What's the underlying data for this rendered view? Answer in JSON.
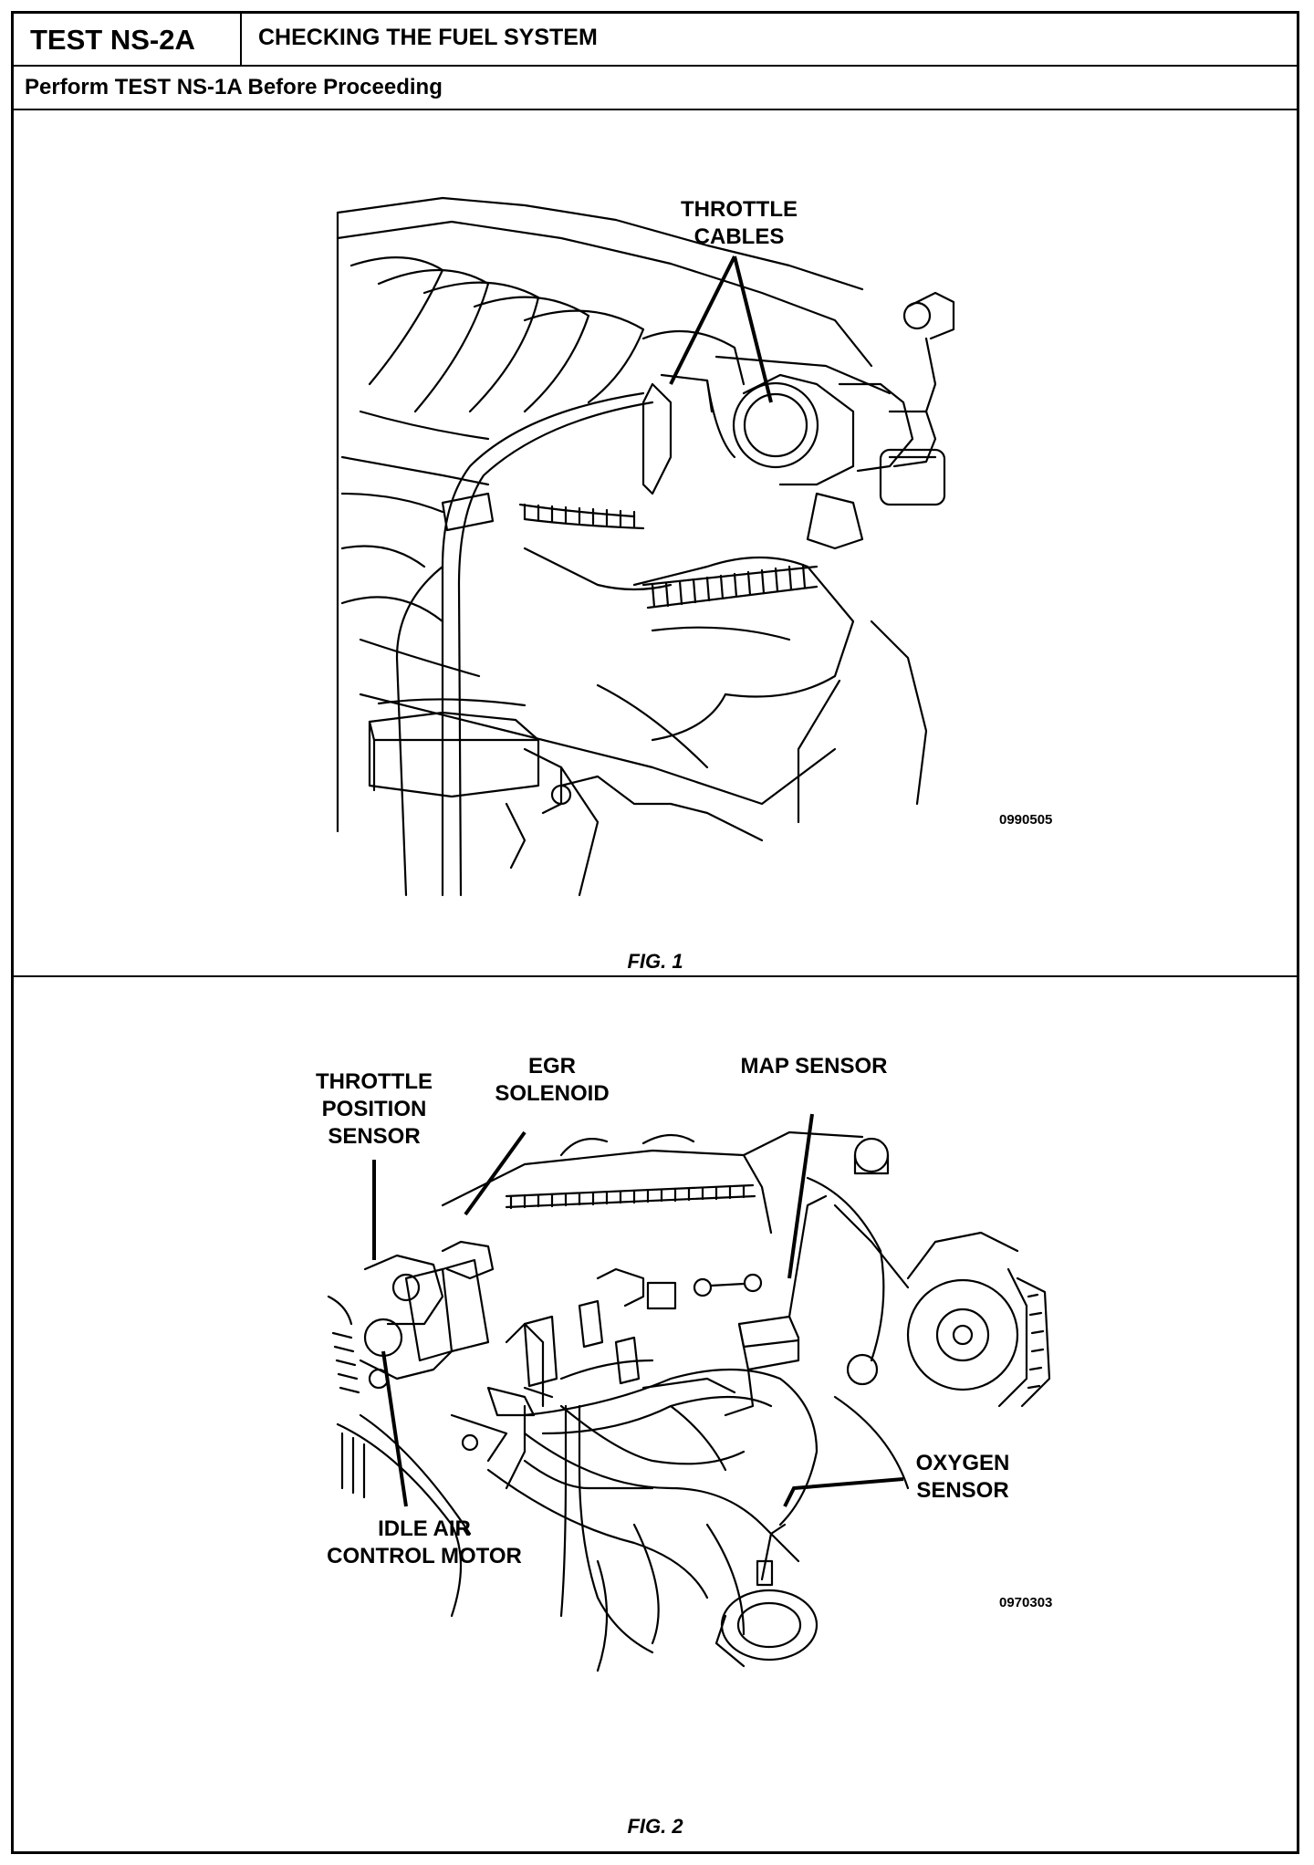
{
  "header": {
    "test_id": "TEST NS-2A",
    "title": "CHECKING THE FUEL SYSTEM",
    "prerequisite": "Perform TEST NS-1A Before Proceeding"
  },
  "fig1": {
    "caption": "FIG. 1",
    "code": "0990505",
    "labels": {
      "throttle_cables_1": "THROTTLE",
      "throttle_cables_2": "CABLES"
    }
  },
  "fig2": {
    "caption": "FIG. 2",
    "code": "0970303",
    "labels": {
      "tps_1": "THROTTLE",
      "tps_2": "POSITION",
      "tps_3": "SENSOR",
      "egr_1": "EGR",
      "egr_2": "SOLENOID",
      "map": "MAP SENSOR",
      "o2_1": "OXYGEN",
      "o2_2": "SENSOR",
      "iac_1": "IDLE AIR",
      "iac_2": "CONTROL MOTOR"
    }
  }
}
